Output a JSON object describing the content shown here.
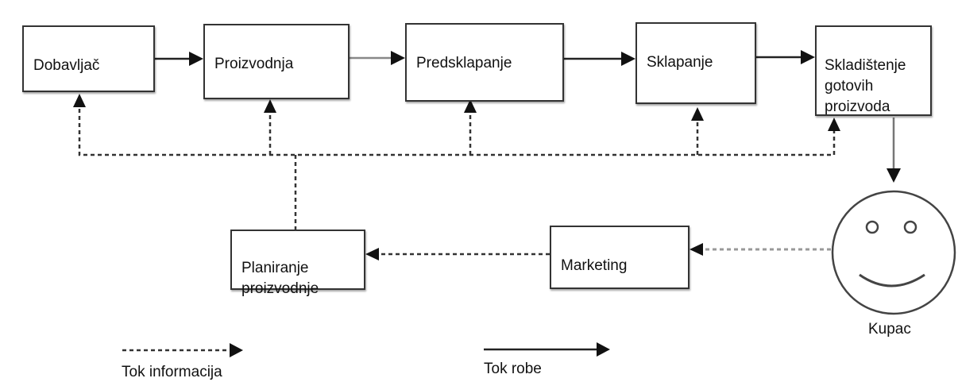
{
  "boxes": {
    "dobavljac": "Dobavljač",
    "proizvodnja": "Proizvodnja",
    "predsklapanje": "Predsklapanje",
    "sklapanje": "Sklapanje",
    "skladistenje": "Skladištenje\ngotovih\nproizvoda",
    "planiranje": "Planiranje\nproizvodnje",
    "marketing": "Marketing"
  },
  "customer": {
    "label": "Kupac"
  },
  "legend": {
    "information_flow": "Tok informacija",
    "goods_flow": "Tok robe"
  }
}
